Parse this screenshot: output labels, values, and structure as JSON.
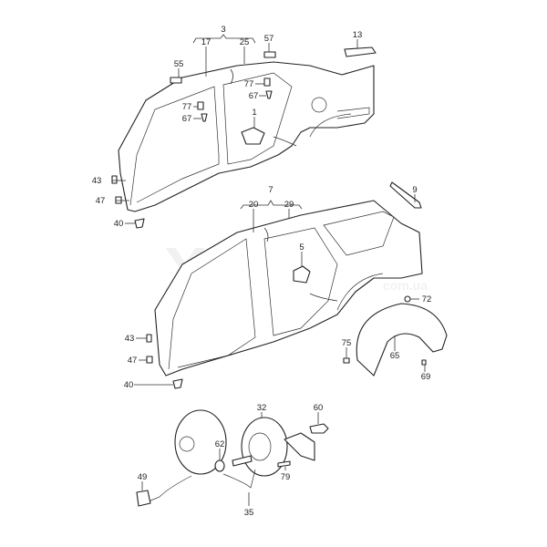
{
  "watermark": {
    "brand": "Xparts",
    "domain": "com.ua"
  },
  "labels": {
    "l3": "3",
    "l17": "17",
    "l25": "25",
    "l57": "57",
    "l13": "13",
    "l55": "55",
    "l77a": "77",
    "l67a": "67",
    "l77b": "77",
    "l67b": "67",
    "l1": "1",
    "l43a": "43",
    "l47a": "47",
    "l40a": "40",
    "l9": "9",
    "l7": "7",
    "l20": "20",
    "l29": "29",
    "l5": "5",
    "l72": "72",
    "l43b": "43",
    "l75": "75",
    "l65": "65",
    "l47b": "47",
    "l69": "69",
    "l40b": "40",
    "l32": "32",
    "l60": "60",
    "l62": "62",
    "l79": "79",
    "l49": "49",
    "l35": "35"
  }
}
